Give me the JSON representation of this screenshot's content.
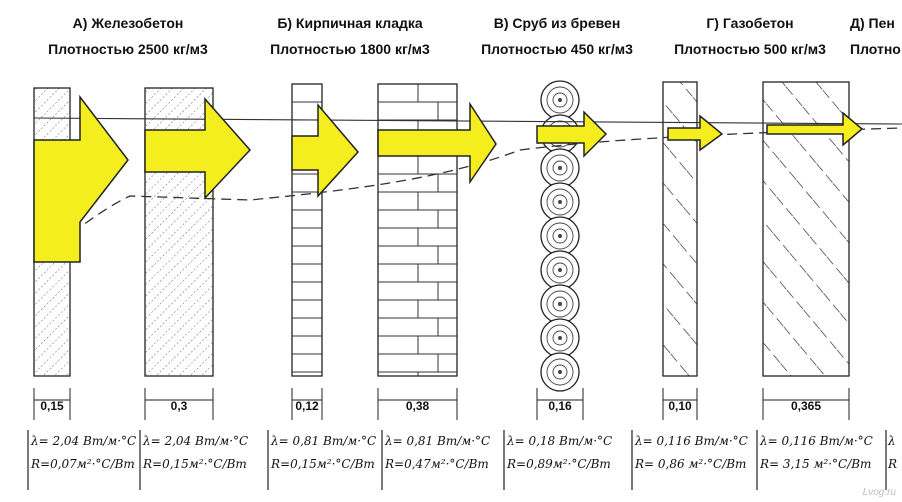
{
  "materials": [
    {
      "title": "А) Железобетон",
      "density": "Плотностью 2500 кг/м3",
      "walls": [
        {
          "thickness": "0,15",
          "lambda": "λ= 2,04 Вт/м·°С",
          "r": "R=0,07м²·°С/Вт"
        },
        {
          "thickness": "0,3",
          "lambda": "λ= 2,04 Вт/м·°С",
          "r": "R=0,15м²·°С/Вт"
        }
      ]
    },
    {
      "title": "Б) Кирпичная кладка",
      "density": "Плотностью 1800 кг/м3",
      "walls": [
        {
          "thickness": "0,12",
          "lambda": "λ= 0,81 Вт/м·°С",
          "r": "R=0,15м²·°С/Вт"
        },
        {
          "thickness": "0,38",
          "lambda": "λ= 0,81 Вт/м·°С",
          "r": "R=0,47м²·°С/Вт"
        }
      ]
    },
    {
      "title": "В) Сруб из бревен",
      "density": "Плотностью 450 кг/м3",
      "walls": [
        {
          "thickness": "0,16",
          "lambda": "λ= 0,18 Вт/м·°С",
          "r": "R=0,89м²·°С/Вт"
        }
      ]
    },
    {
      "title": "Г) Газобетон",
      "density": "Плотностью 500 кг/м3",
      "walls": [
        {
          "thickness": "0,10",
          "lambda": "λ= 0,116 Вт/м·°С",
          "r": "R= 0,86 м²·°С/Вт"
        },
        {
          "thickness": "0,365",
          "lambda": "λ= 0,116 Вт/м·°С",
          "r": "R= 3,15 м²·°С/Вт"
        }
      ]
    },
    {
      "title": "Д) Пен",
      "density": "Плотно",
      "walls": [
        {
          "thickness": "",
          "lambda": "λ",
          "r": "R"
        }
      ]
    }
  ],
  "watermark": "Lvog.ru",
  "colors": {
    "arrow_fill": "#f4ee1f",
    "stroke": "#222222"
  }
}
